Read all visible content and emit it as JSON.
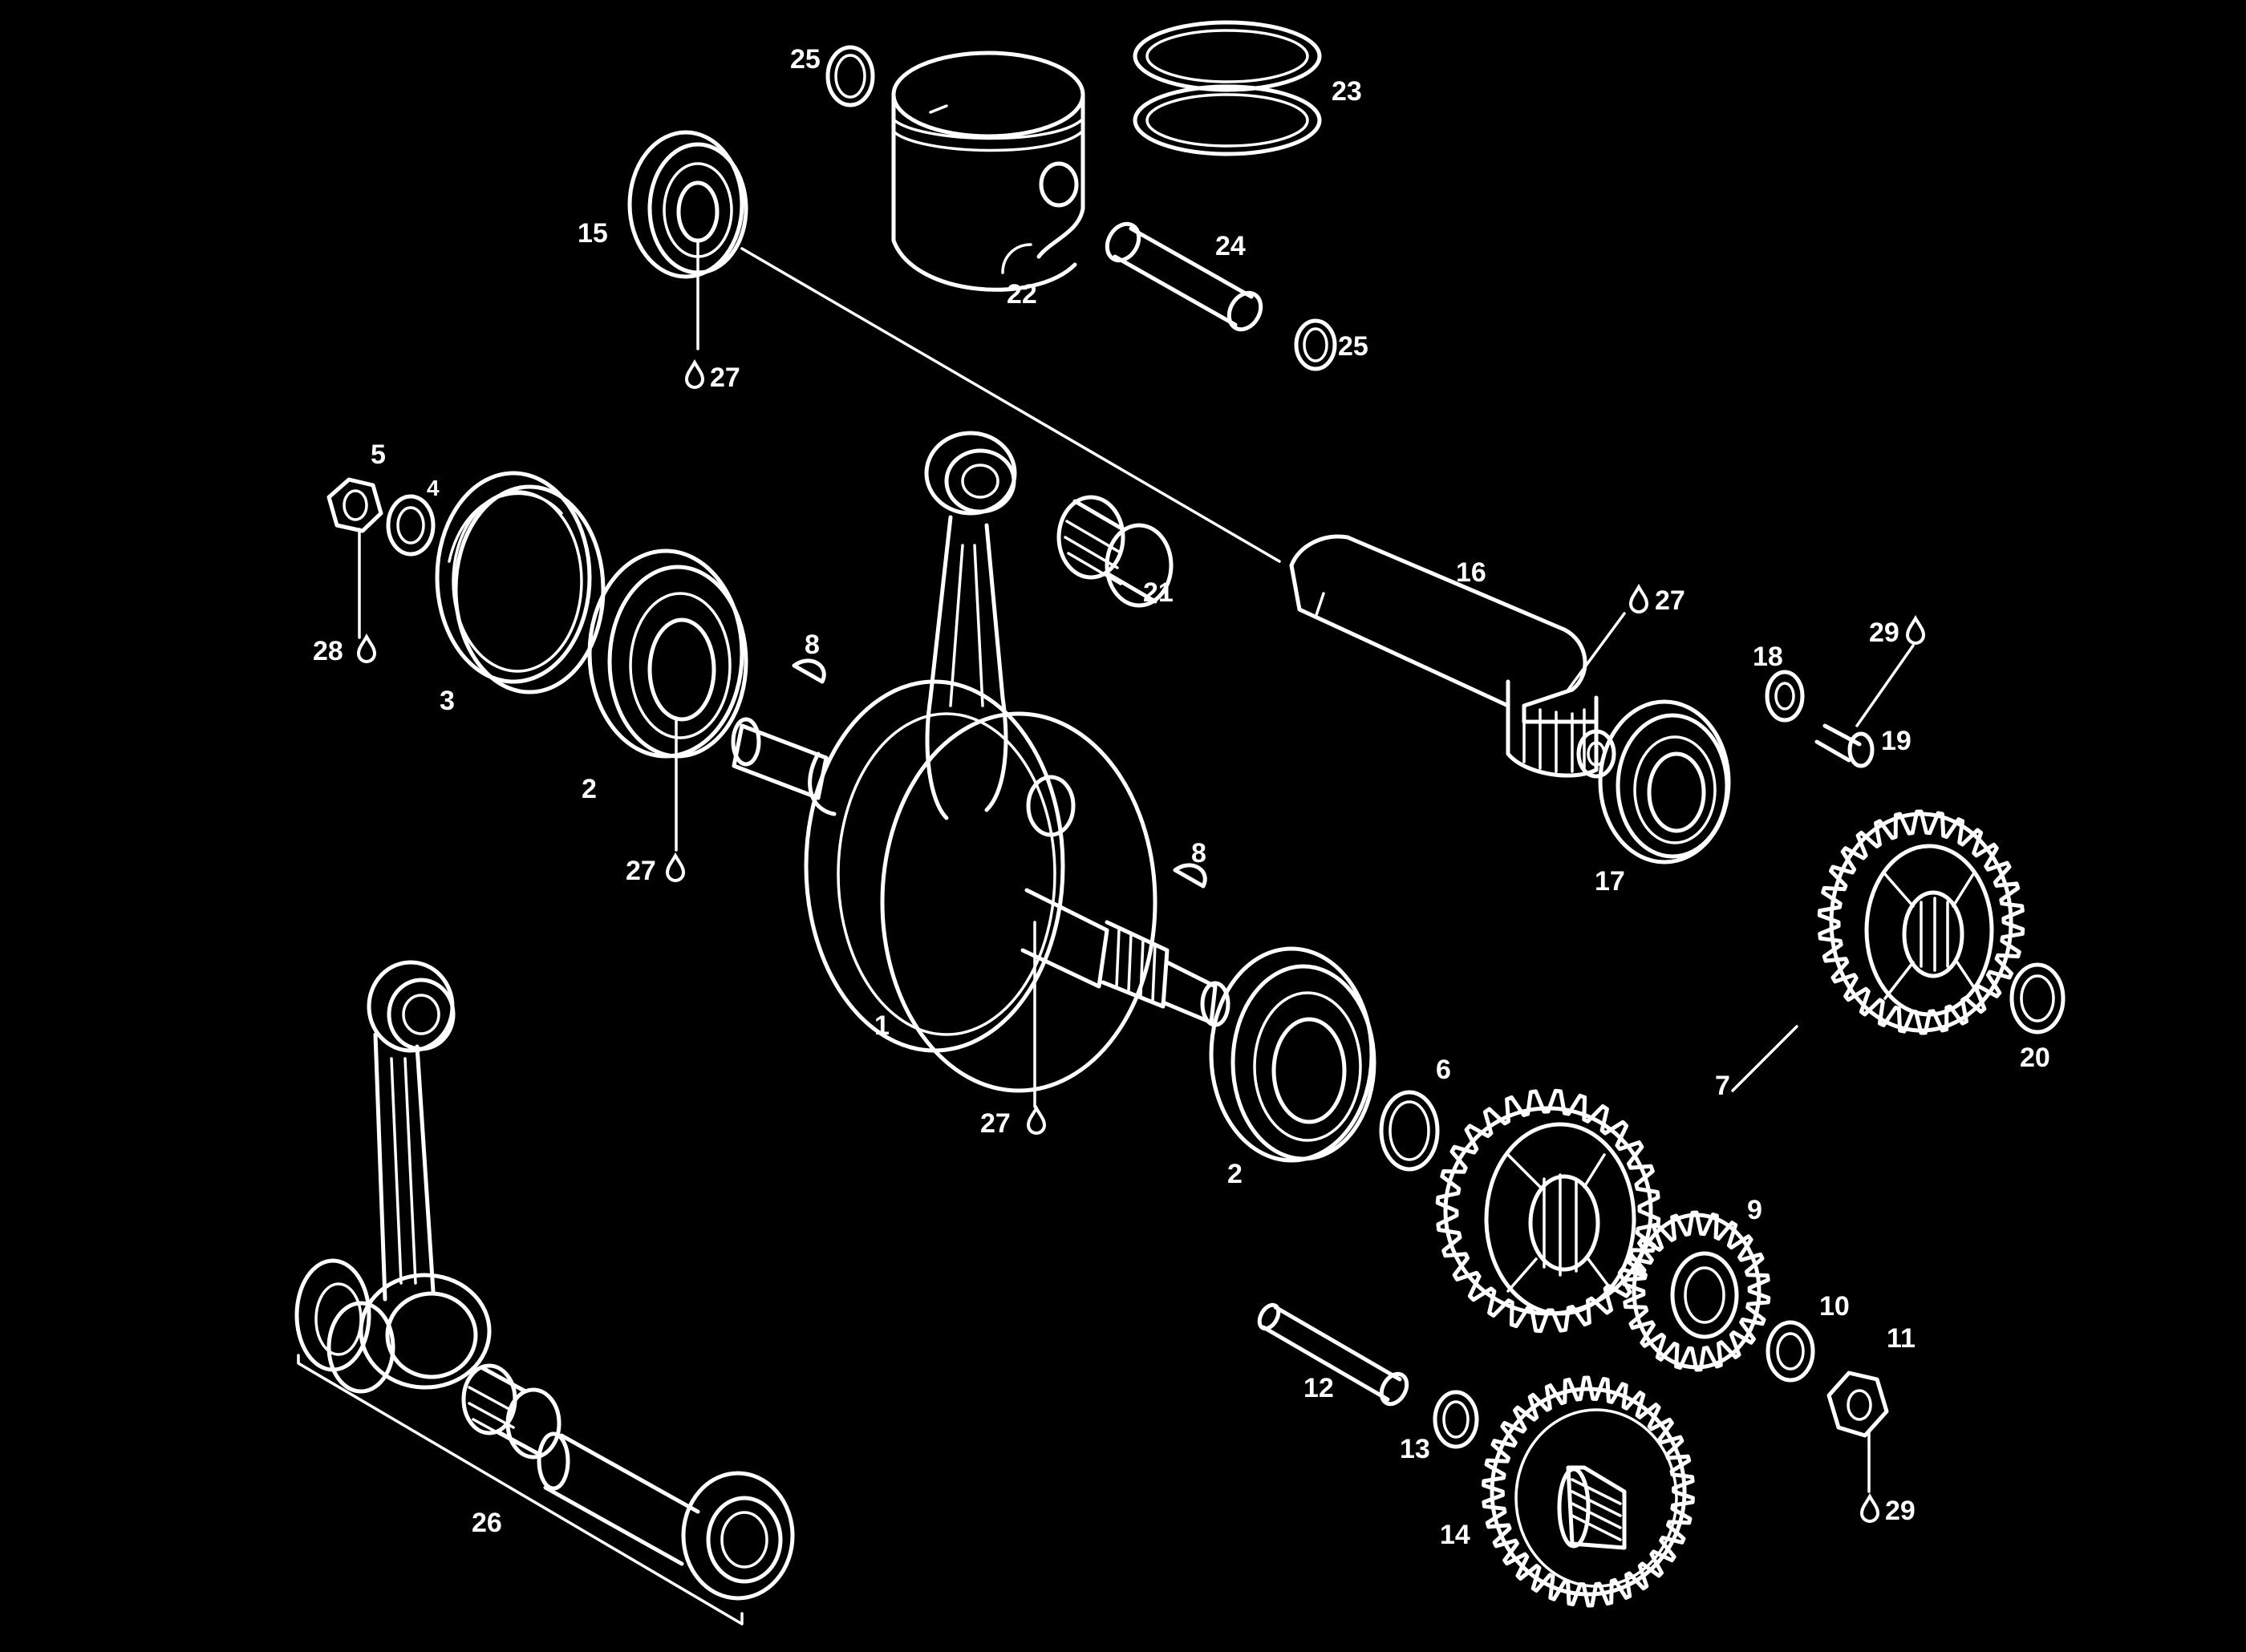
{
  "colors": {
    "background": "#000000",
    "line": "#ffffff"
  },
  "icons": {
    "lubrication_marker": "oil-drop-icon"
  },
  "labels": {
    "p1": "1",
    "p2a": "2",
    "p2b": "2",
    "p3": "3",
    "p4": "4",
    "p5": "5",
    "p6": "6",
    "p7": "7",
    "p8a": "8",
    "p8b": "8",
    "p9": "9",
    "p10": "10",
    "p11": "11",
    "p12": "12",
    "p13": "13",
    "p14": "14",
    "p15": "15",
    "p16": "16",
    "p17": "17",
    "p18": "18",
    "p19": "19",
    "p20": "20",
    "p21": "21",
    "p22": "22",
    "p23": "23",
    "p24": "24",
    "p25a": "25",
    "p25b": "25",
    "p26": "26",
    "p27a": "27",
    "p27b": "27",
    "p27c": "27",
    "p27d": "27",
    "p28": "28",
    "p29a": "29",
    "p29b": "29"
  }
}
